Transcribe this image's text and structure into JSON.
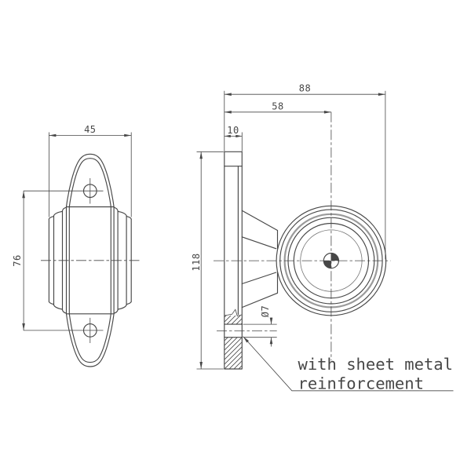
{
  "drawing": {
    "dimensions": {
      "front_width": "45",
      "hole_spacing": "76",
      "overall_depth": "88",
      "center_depth": "58",
      "flange_thickness": "10",
      "flange_height": "118",
      "hole_diameter": "Ø7"
    },
    "note": {
      "line1": "with sheet metal",
      "line2": "reinforcement"
    },
    "colors": {
      "line": "#474747",
      "accent_ring": "#9a9a9a",
      "hatch": "#474747",
      "background": "#ffffff"
    }
  }
}
